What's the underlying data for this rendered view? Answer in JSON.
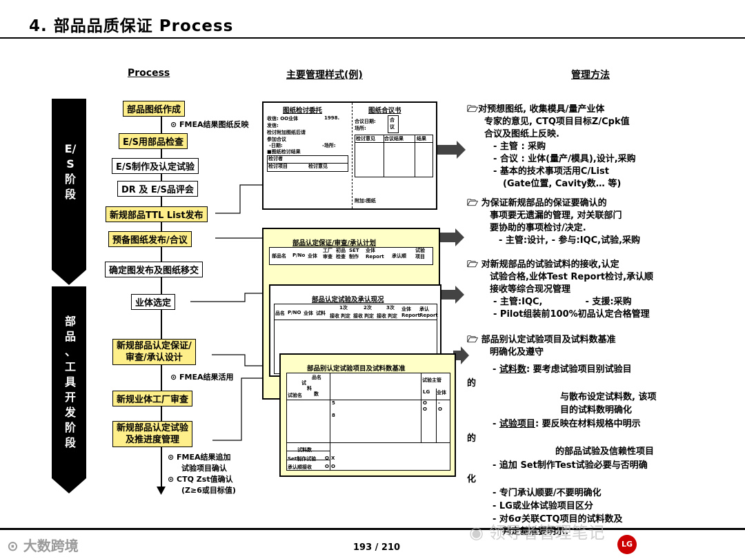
{
  "title": "4.  部品品质保证 Process",
  "headers": {
    "process": "Process",
    "forms": "主要管理样式(例)",
    "methods": "管理方法"
  },
  "phases": {
    "es": "E/S 阶 段",
    "dev": "部 品 、 工 具 开 发  阶 段"
  },
  "process": {
    "b1": "部品图纸作成",
    "n1": "⊙ FMEA结果图纸反映",
    "b2": "E/S用部品检查",
    "b3": "E/S制作及认定试验",
    "b4": "DR 及 E/S品评会",
    "b5": "新规部品TTL List发布",
    "b6": "预备图纸发布/合议",
    "b7": "确定图发布及图纸移交",
    "b8": "业体选定",
    "b9a": "新规部品认定保证/",
    "b9b": "审查/承认设计",
    "n2": "⊙ FMEA结果活用",
    "b10": "新规业体工厂审查",
    "b11a": "新规部品认定试验",
    "b11b": "及推进度管理",
    "n3a": "⊙ FMEA结果追加",
    "n3b": "试验项目确认",
    "n3c": "⊙ CTQ Zst值确认",
    "n3d": "(Z≥6或目标值)"
  },
  "forms": {
    "f1": {
      "t1": "图纸检讨委托",
      "t2": "图纸合议书",
      "l1": "收信: OO业体",
      "l1b": "1998.",
      "l2": "发信:",
      "l3": "检讨附加图纸后请",
      "l4": "参加合议",
      "l5": "-日期:",
      "l5b": "-场所:",
      "l6": "■图纸检讨结果",
      "l7": "检讨者",
      "l8": "检讨项目",
      "l8b": "检讨意见",
      "r1": "合议日期:",
      "r2": "场所:",
      "r3": "合",
      "r4": "议",
      "r5": "检讨意见",
      "r6": "合议结果",
      "r7": "结果",
      "r8": "附加:图纸"
    },
    "f2": {
      "t": "部品认定保证/审查/承认计划",
      "h": [
        "部品名",
        "P/No",
        "业体",
        "工厂审查",
        "初品检查",
        "SET制作",
        "业体Report",
        "承认顺",
        "试验项目"
      ]
    },
    "f3": {
      "t": "部品认定试验及承认现况",
      "h": [
        "品名",
        "P/NO",
        "业体",
        "试料",
        "1次",
        "2次",
        "3次",
        "业体Report",
        "承认Report"
      ],
      "sub": [
        "接收",
        "判定",
        "接收",
        "判定",
        "接收",
        "判定"
      ]
    },
    "f4": {
      "t": "部品别认定试验项目及试料数基准",
      "c1": "品名",
      "c2": "试",
      "c3": "料",
      "c4": "数",
      "c5": "试验名",
      "c6": "试验主管",
      "c7": "LG",
      "c8": "业体",
      "n5": "5",
      "n8": "8",
      "o1": "O",
      "o2": "-",
      "o3": "O",
      "o4": "O",
      "r1": "试料数",
      "r2": "Set制作试验",
      "r3": "承认顺接收",
      "x1": "O",
      "x2": "X",
      "x3": "O",
      "x4": "O"
    }
  },
  "methods": {
    "s1": [
      "对预想图纸, 收集模具/量产业体",
      "专家的意见, CTQ项目目标Z/Cpk值",
      "合议及图纸上反映.",
      "- 主管 : 采购",
      "- 合议 : 业体(量产/模具),设计,采购",
      "- 基本的技术事项活用C/List",
      "(Gate位置, Cavity数… 等)"
    ],
    "s2": [
      "为保证新规部品的保证要确认的",
      "事项要无遗漏的管理, 对关联部门",
      "要协助的事项检讨/决定.",
      "- 主管:设计,   - 参与:IQC,试验,采购"
    ],
    "s3": [
      "对新规部品的试验试料的接收,认定",
      "试验合格,业体Test Report检讨,承认顺",
      "接收等综合现况管理",
      "- 主管:IQC,",
      "- 支援:采购",
      "- Pilot组装前100%初品认定合格管理"
    ],
    "s4": [
      "部品别认定试验项目及试料数基准",
      "明确化及遵守"
    ],
    "s4a_label": "试料数",
    "s4a_text": ": 要考虑试验项目别试验目",
    "s4b": "与散布设定试料数, 该项",
    "s4c": "目的试料数明确化",
    "s4d_label": "试验项目",
    "s4d_text": ": 要反映在材料规格中明示",
    "s4e": "的部品试验及信赖性项目",
    "s4f": "- 追加 Set制作Test试验必要与否明确",
    "side1": "的",
    "side2": "的",
    "side3": "化",
    "s4g": "- 专门承认顺要/不要明确化",
    "s4h": "- LG或业体试验项目区分",
    "s4i": "- 对6σ关联CTQ项目的试料数及",
    "s4j": "判定基准要明示."
  },
  "footer": {
    "page": "193 / 210",
    "left_mark": "大数跨境",
    "right_mark": "领导者管理笔记"
  }
}
